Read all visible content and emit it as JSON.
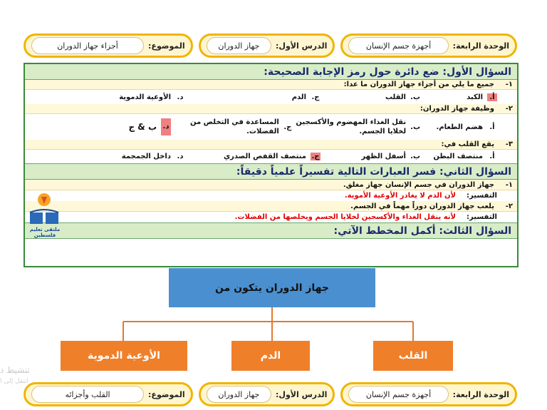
{
  "header": {
    "unit_label": "الوحدة الرابعة:",
    "unit_value": "أجهزة جسم الإنسان",
    "lesson_label": "الدرس الأول:",
    "lesson_value": "جهاز الدوران",
    "topic_label": "الموضوع:",
    "topic_value": "أجزاء جهاز الدوران"
  },
  "footer": {
    "unit_label": "الوحدة الرابعة:",
    "unit_value": "أجهزة جسم الإنسان",
    "lesson_label": "الدرس الأول:",
    "lesson_value": "جهاز الدوران",
    "topic_label": "الموضوع:",
    "topic_value": "القلب وأجزائه"
  },
  "q1": {
    "title": "السؤال الأول: ضع دائرة حول رمز الإجابة الصحيحة:",
    "items": [
      {
        "num": "١-",
        "stem": "جميع ما يلي من أجزاء جهاز الدوران ما عدا:",
        "options": [
          {
            "letter": "أ.",
            "text": "الكبد"
          },
          {
            "letter": "ب.",
            "text": "القلب"
          },
          {
            "letter": "ج.",
            "text": "الدم"
          },
          {
            "letter": "د.",
            "text": "الأوعية الدموية"
          }
        ]
      },
      {
        "num": "٢-",
        "stem": "وظيفة جهاز الدوران:",
        "options": [
          {
            "letter": "أ.",
            "text": "هضم الطعام."
          },
          {
            "letter": "ب.",
            "text": "نقل الغذاء المهضوم والأكسجين لخلايا الجسم."
          },
          {
            "letter": "ج.",
            "text": "المساعدة في التخلص من الفضلات."
          },
          {
            "letter": "د.",
            "text": "ب & ج"
          }
        ]
      },
      {
        "num": "٣-",
        "stem": "يقع القلب في:",
        "options": [
          {
            "letter": "أ.",
            "text": "منتصف البطن"
          },
          {
            "letter": "ب.",
            "text": "أسفل الظهر"
          },
          {
            "letter": "ج.",
            "text": "منتصف القفص الصدري"
          },
          {
            "letter": "د.",
            "text": "داخل الجمجمة"
          }
        ]
      }
    ]
  },
  "q2": {
    "title": "السؤال الثاني: فسر العبارات التالية تفسيراً علمياً دقيقاً:",
    "items": [
      {
        "num": "١-",
        "stem": "جهاز الدوران في جسم الإنسان جهاز مغلق.",
        "expl_label": "التفسير:",
        "expl": "لأن الدم لا يغادر الأوعية الأموية."
      },
      {
        "num": "٢-",
        "stem": "يلعب جهاز الدوران دوراً مهماً في الجسم.",
        "expl_label": "التفسير:",
        "expl": "لأنه ينقل الغذاء والأكسجين لخلايا الجسم ويخلصها من الفضلات."
      }
    ]
  },
  "q3": {
    "title": "السؤال الثالث: أكمل المخطط الآتي:",
    "main": "جهاز الدوران يتكون من",
    "parts": [
      "القلب",
      "الدم",
      "الأوعية الدموية"
    ]
  },
  "logo_text": "ملتقى تعليم فلسطين",
  "watermark": "تنشيط ذ",
  "watermark2": "انتقل إلى ا",
  "colors": {
    "header_border": "#f0b400",
    "q_head_bg": "#d8ecc8",
    "answer_red": "#e00000",
    "highlight": "#f08080",
    "main_box": "#4a90d0",
    "part_box": "#f07f2a"
  }
}
